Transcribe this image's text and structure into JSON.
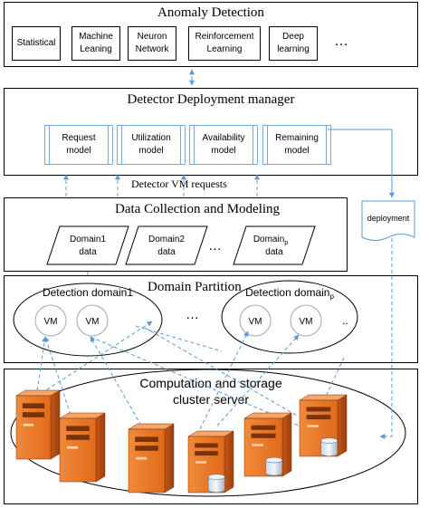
{
  "anomaly_detection": {
    "title": "Anomaly Detection",
    "methods": [
      "Statistical",
      "Machine\nLeaning",
      "Neuron\nNetwork",
      "Reinforcement\nLearning",
      "Deep\nlearning"
    ],
    "more": "…"
  },
  "deployment_manager": {
    "title": "Detector Deployment manager",
    "models": [
      "Request\nmodel",
      "Utilization\nmodel",
      "Availability\nmodel",
      "Remaining\nmodel"
    ],
    "requests_label": "Detector VM requests"
  },
  "data_collection": {
    "title": "Data Collection and Modeling",
    "domains": [
      {
        "line1": "Domain1",
        "line2": "data"
      },
      {
        "line1": "Domain2",
        "line2": "data"
      },
      {
        "line1": "Domain",
        "sub": "p",
        "line2": "data"
      }
    ],
    "more": "…"
  },
  "deployment_doc": {
    "label": "deployment"
  },
  "domain_partition": {
    "title": "Domain Partition",
    "domain1_label": "Detection domain1",
    "domainp_label": "Detection domain",
    "domainp_sub": "p",
    "vm_label": "VM",
    "more": "…",
    "trailing_dots": ".."
  },
  "cluster": {
    "title_line1": "Computation and storage",
    "title_line2": "cluster server"
  },
  "colors": {
    "arrow": "#5b9bd5",
    "server_orange": "#e87722",
    "server_dark": "#c2571a",
    "model_border": "#7aa7d8"
  }
}
